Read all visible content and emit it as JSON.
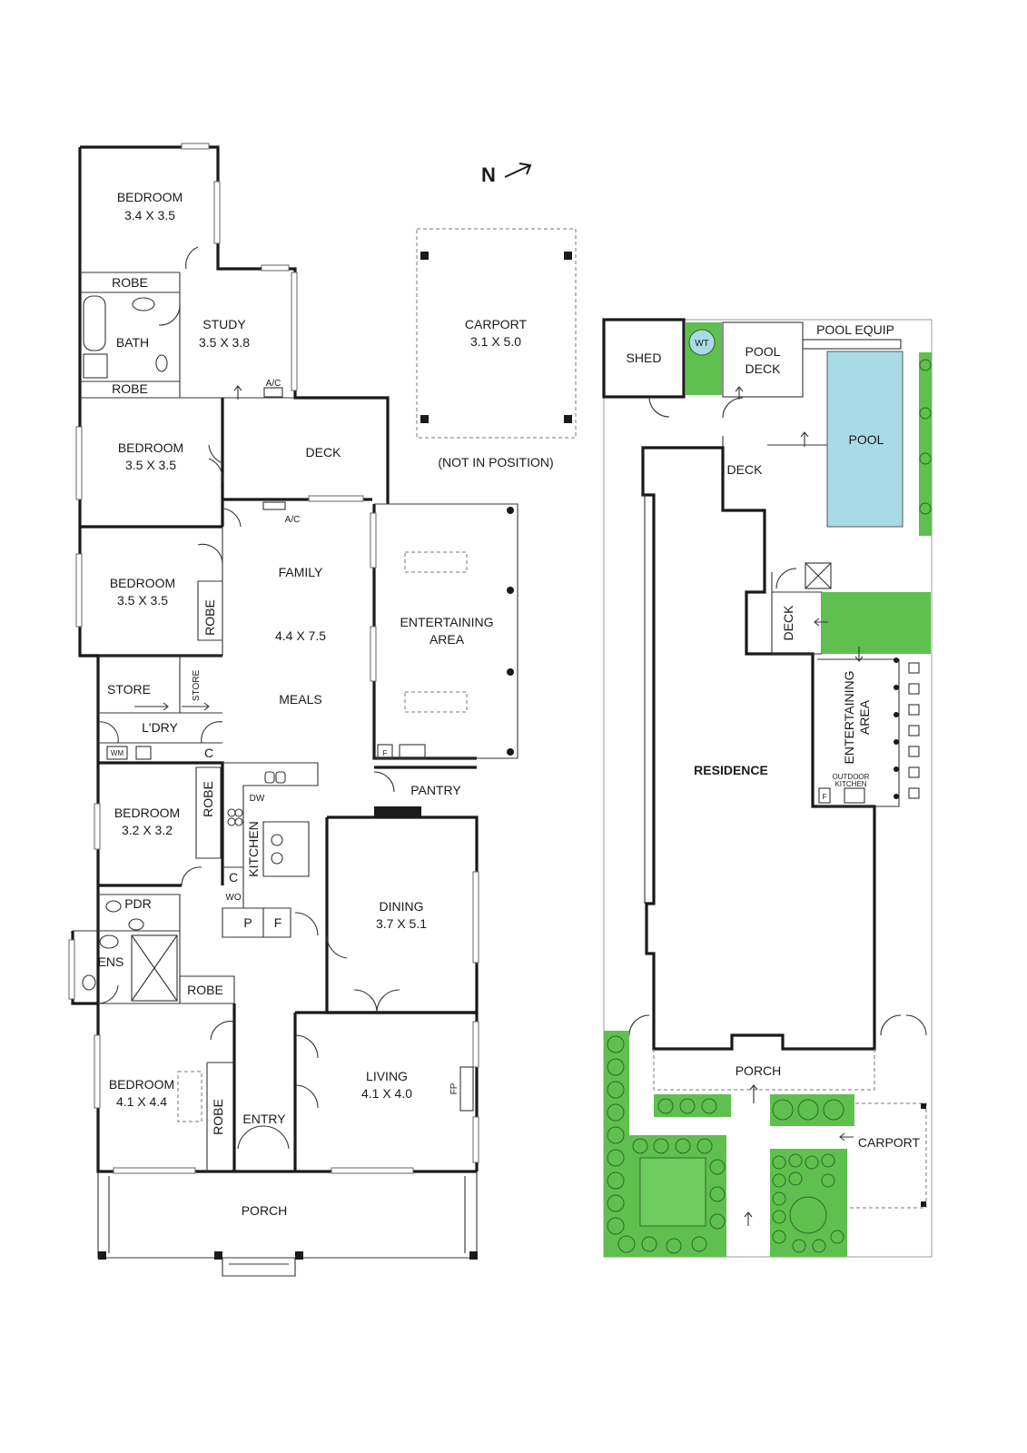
{
  "compass": {
    "label": "N"
  },
  "floor_plan": {
    "rooms": {
      "bedroom1": {
        "name": "BEDROOM",
        "dims": "3.4 X 3.5"
      },
      "robe1": "ROBE",
      "bath": "BATH",
      "robe2": "ROBE",
      "study": {
        "name": "STUDY",
        "dims": "3.5 X 3.8"
      },
      "ac1": "A/C",
      "bedroom2": {
        "name": "BEDROOM",
        "dims": "3.5 X 3.5"
      },
      "deck": "DECK",
      "ac2": "A/C",
      "bedroom3": {
        "name": "BEDROOM",
        "dims": "3.5 X 3.5"
      },
      "robe3": "ROBE",
      "family": "FAMILY",
      "family_dims": "4.4 X 7.5",
      "meals": "MEALS",
      "entertaining": {
        "line1": "ENTERTAINING",
        "line2": "AREA"
      },
      "store1": "STORE",
      "store2": "STORE",
      "laundry": "L'DRY",
      "wm": "WM",
      "c1": "C",
      "f_fridge_ent": "F",
      "bedroom4": {
        "name": "BEDROOM",
        "dims": "3.2 X 3.2"
      },
      "robe4": "ROBE",
      "dw": "DW",
      "kitchen": "KITCHEN",
      "pantry": "PANTRY",
      "c2": "C",
      "wo": "WO",
      "p": "P",
      "f": "F",
      "pdr": "PDR",
      "ens": "ENS",
      "dining": {
        "name": "DINING",
        "dims": "3.7 X 5.1"
      },
      "robe5": "ROBE",
      "bedroom5": {
        "name": "BEDROOM",
        "dims": "4.1 X 4.4"
      },
      "robe6": "ROBE",
      "entry": "ENTRY",
      "living": {
        "name": "LIVING",
        "dims": "4.1 X 4.0"
      },
      "fp": "FP",
      "porch": "PORCH"
    },
    "carport": {
      "name": "CARPORT",
      "dims": "3.1 X 5.0",
      "note": "(NOT IN POSITION)"
    }
  },
  "site_plan": {
    "shed": "SHED",
    "wt": "WT",
    "pool_deck": {
      "line1": "POOL",
      "line2": "DECK"
    },
    "pool_equip": "POOL EQUIP",
    "pool": "POOL",
    "deck1": "DECK",
    "deck2": "DECK",
    "entertaining": {
      "line1": "ENTERTAINING",
      "line2": "AREA"
    },
    "outdoor_kitchen": {
      "line1": "OUTDOOR",
      "line2": "KITCHEN"
    },
    "f": "F",
    "residence": "RESIDENCE",
    "porch": "PORCH",
    "carport": "CARPORT"
  },
  "colors": {
    "grass": "#5fbf4f",
    "pool": "#a9dbe6",
    "wall": "#1a1a1a"
  }
}
